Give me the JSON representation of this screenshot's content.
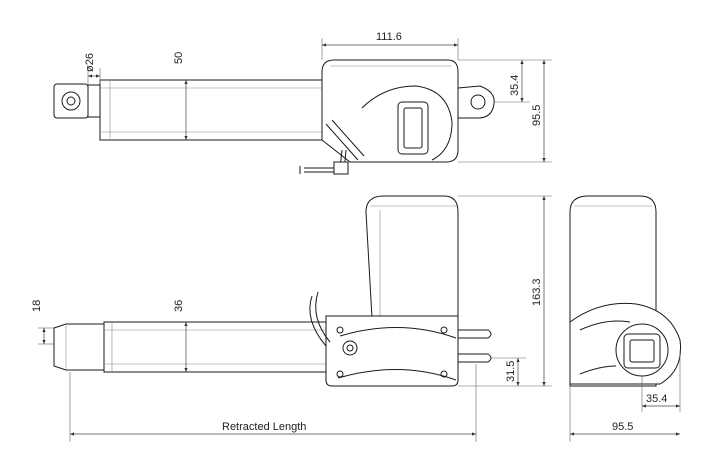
{
  "dimensions": {
    "tube_diameter": "ø26",
    "tube_height_top": "50",
    "motor_width": "111.6",
    "mount_offset": "35.4",
    "overall_height_top": "95.5",
    "rod_diameter": "18",
    "tube_height_side": "36",
    "overall_height_side": "163.3",
    "bottom_offset": "31.5",
    "end_offset": "35.4",
    "end_width": "95.5",
    "retracted_length": "Retracted Length"
  }
}
